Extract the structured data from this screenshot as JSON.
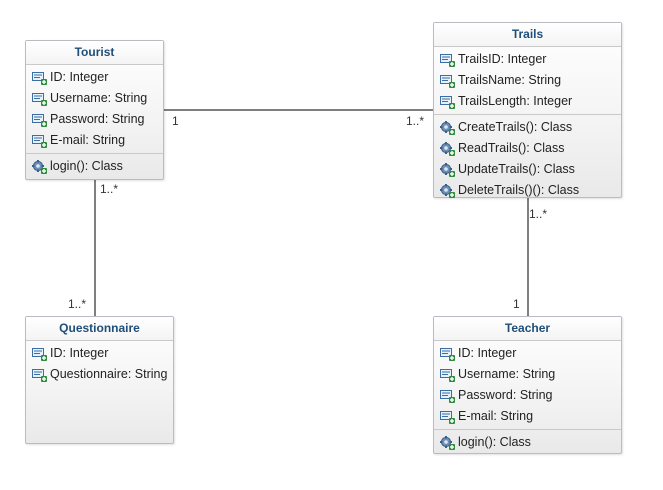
{
  "classes": {
    "tourist": {
      "name": "Tourist",
      "attributes": [
        "ID: Integer",
        "Username: String",
        "Password: String",
        "E-mail: String"
      ],
      "operations": [
        "login(): Class"
      ]
    },
    "trails": {
      "name": "Trails",
      "attributes": [
        "TrailsID: Integer",
        "TrailsName: String",
        "TrailsLength: Integer"
      ],
      "operations": [
        "CreateTrails(): Class",
        "ReadTrails(): Class",
        "UpdateTrails(): Class",
        "DeleteTrails()(): Class"
      ]
    },
    "questionnaire": {
      "name": "Questionnaire",
      "attributes": [
        "ID: Integer",
        "Questionnaire: String"
      ],
      "operations": []
    },
    "teacher": {
      "name": "Teacher",
      "attributes": [
        "ID: Integer",
        "Username: String",
        "Password: String",
        "E-mail: String"
      ],
      "operations": [
        "login(): Class"
      ]
    }
  },
  "associations": {
    "tourist_trails": {
      "source_mult": "1",
      "target_mult": "1..*"
    },
    "tourist_questionnaire": {
      "source_mult": "1..*",
      "target_mult": "1..*"
    },
    "trails_teacher": {
      "source_mult": "1..*",
      "target_mult": "1"
    }
  },
  "icons": {
    "attribute": "attribute-icon",
    "operation": "operation-icon"
  },
  "colors": {
    "title": "#1f4e79",
    "line": "#555555",
    "border": "#b9bcc0"
  }
}
